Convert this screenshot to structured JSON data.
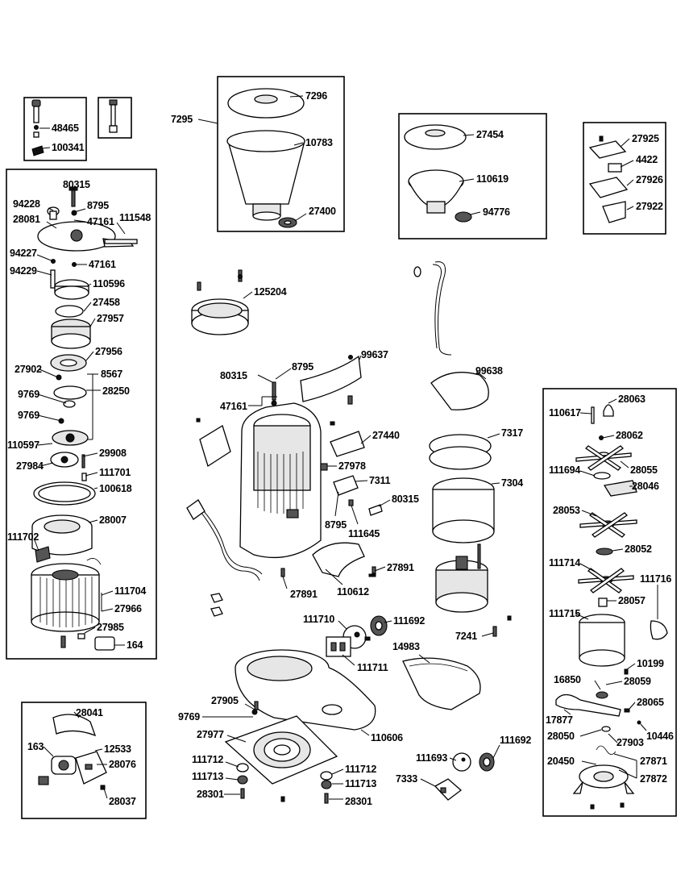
{
  "labels": {
    "l48465": "48465",
    "l100341": "100341",
    "l7295": "7295",
    "l7296": "7296",
    "l10783": "10783",
    "l27400": "27400",
    "l27454": "27454",
    "l110619": "110619",
    "l94776": "94776",
    "l27925": "27925",
    "l4422": "4422",
    "l27926": "27926",
    "l27922": "27922",
    "l80315a": "80315",
    "l94228": "94228",
    "l8795a": "8795",
    "l28081": "28081",
    "l47161a": "47161",
    "l111548": "111548",
    "l94227": "94227",
    "l47161b": "47161",
    "l94229": "94229",
    "l110596": "110596",
    "l27458": "27458",
    "l27957": "27957",
    "l27956": "27956",
    "l27902": "27902",
    "l8567": "8567",
    "l9769a": "9769",
    "l28250": "28250",
    "l9769b": "9769",
    "l110597": "110597",
    "l29908": "29908",
    "l27984": "27984",
    "l111701": "111701",
    "l100618": "100618",
    "l28007": "28007",
    "l111702": "111702",
    "l111704": "111704",
    "l27966": "27966",
    "l27985": "27985",
    "l164": "164",
    "l125204": "125204",
    "l99637": "99637",
    "l80315b": "80315",
    "l8795b": "8795",
    "l47161c": "47161",
    "l27440": "27440",
    "l27978": "27978",
    "l7311": "7311",
    "l80315c": "80315",
    "l8795c": "8795",
    "l111645": "111645",
    "l27891a": "27891",
    "l27891b": "27891",
    "l110612": "110612",
    "l111710": "111710",
    "l111692a": "111692",
    "l111711": "111711",
    "l27905": "27905",
    "l9769c": "9769",
    "l27977": "27977",
    "l110606": "110606",
    "l111712a": "111712",
    "l111713a": "111713",
    "l28301a": "28301",
    "l111712b": "111712",
    "l111713b": "111713",
    "l28301b": "28301",
    "l99638": "99638",
    "l7317": "7317",
    "l7304": "7304",
    "l7241": "7241",
    "l14983": "14983",
    "l111692b": "111692",
    "l111693": "111693",
    "l7333": "7333",
    "l28063": "28063",
    "l110617": "110617",
    "l28062": "28062",
    "l111694": "111694",
    "l28055": "28055",
    "l28046": "28046",
    "l28053": "28053",
    "l28052": "28052",
    "l111714": "111714",
    "l111716": "111716",
    "l28057": "28057",
    "l111715": "111715",
    "l10199": "10199",
    "l16850": "16850",
    "l28059": "28059",
    "l28065": "28065",
    "l17877": "17877",
    "l28050": "28050",
    "l27903": "27903",
    "l10446": "10446",
    "l20450": "20450",
    "l27871": "27871",
    "l27872": "27872",
    "l28041": "28041",
    "l163": "163",
    "l12533": "12533",
    "l28076": "28076",
    "l28037": "28037"
  }
}
